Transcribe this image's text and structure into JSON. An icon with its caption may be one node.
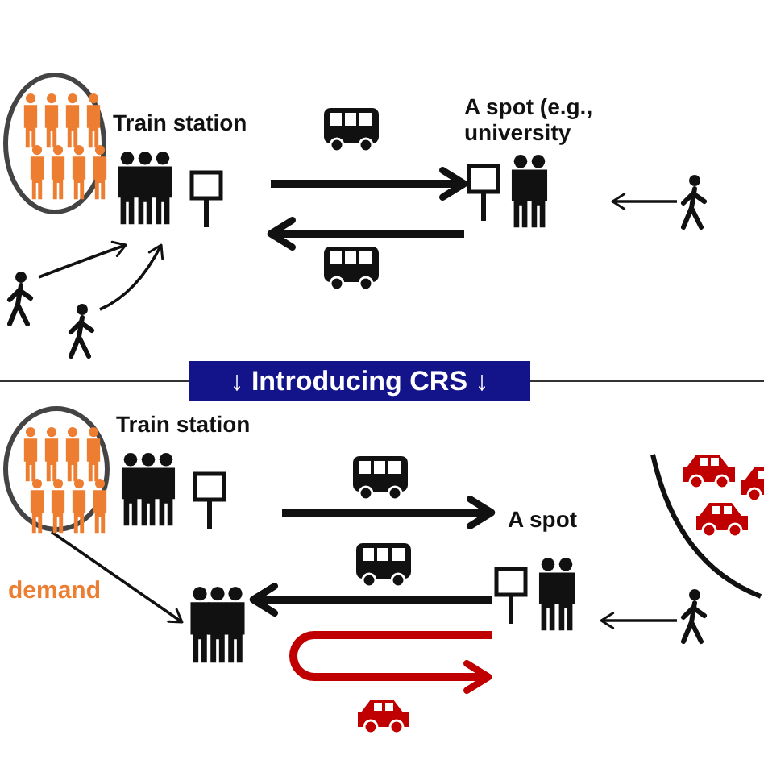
{
  "diagram": {
    "nodes": [
      {
        "text": [],
        "shape": "circle"
      },
      {
        "text": [
          "Train station"
        ]
      },
      {
        "text": [
          "A spot (e.g., university"
        ]
      },
      {
        "text": [],
        "shape": "person"
      },
      {
        "text": [],
        "shape": "person"
      },
      {
        "text": [],
        "shape": "person"
      },
      {
        "text": [
          "↓ Introducing CRS ↓"
        ]
      },
      {
        "text": [],
        "shape": "circle",
        "beside": [
          "demand"
        ]
      },
      {
        "text": [
          "Train station"
        ]
      },
      {
        "text": [],
        "shape": "person"
      },
      {
        "text": [
          "A spot"
        ]
      },
      {
        "text": [],
        "shape": "person"
      }
    ],
    "edges": [
      {
        "from": 1,
        "to": 2,
        "arrow": "to",
        "style": "thick"
      },
      {
        "from": 2,
        "to": 1,
        "arrow": "to",
        "style": "thick"
      },
      {
        "from": 3,
        "to": 1,
        "arrow": "to"
      },
      {
        "from": 4,
        "to": 1,
        "arrow": "to"
      },
      {
        "from": 5,
        "to": 2,
        "arrow": "to"
      },
      {
        "from": 8,
        "to": 10,
        "arrow": "to",
        "style": "thick"
      },
      {
        "from": 10,
        "to": 9,
        "arrow": "to",
        "style": "thick"
      },
      {
        "from": 10,
        "to": 10,
        "arrow": "to",
        "style": "thick",
        "color": "#c00000"
      },
      {
        "from": 7,
        "to": 9,
        "arrow": "to"
      },
      {
        "from": 11,
        "to": 10,
        "arrow": "to"
      }
    ]
  }
}
